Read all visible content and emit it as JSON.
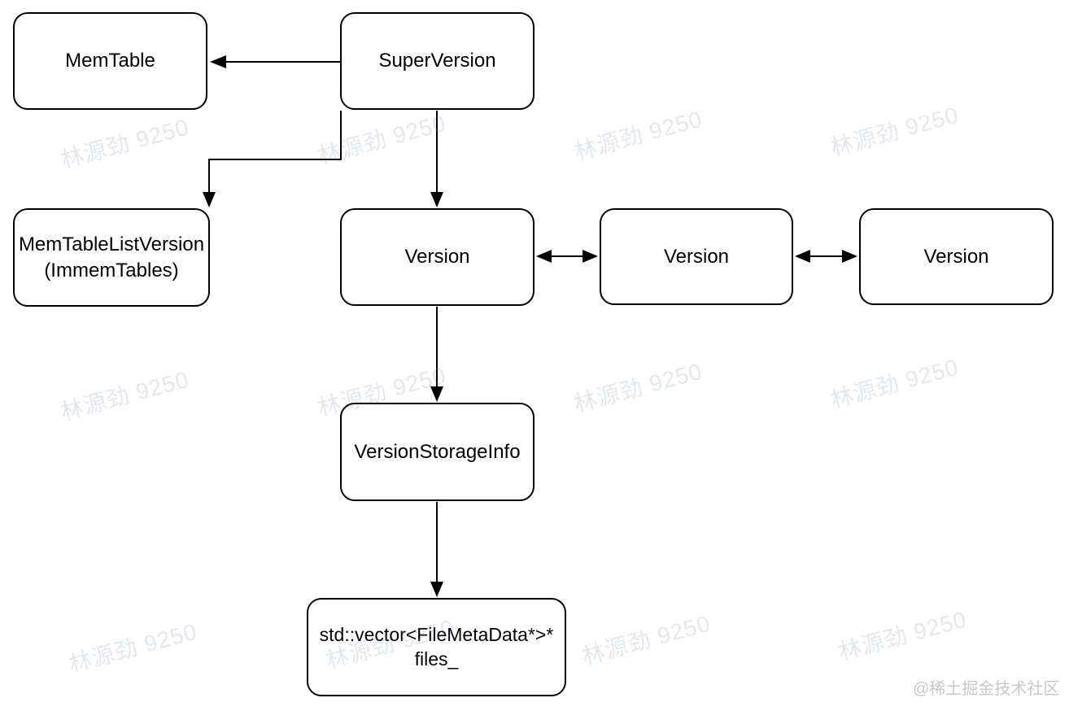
{
  "diagram": {
    "nodes": {
      "memtable": {
        "label": "MemTable"
      },
      "superversion": {
        "label": "SuperVersion"
      },
      "memtable_list_version": {
        "label": "MemTableListVersion",
        "sublabel": "(ImmemTables)"
      },
      "version_1": {
        "label": "Version"
      },
      "version_2": {
        "label": "Version"
      },
      "version_3": {
        "label": "Version"
      },
      "version_storage_info": {
        "label": "VersionStorageInfo"
      },
      "files": {
        "label": "std::vector<FileMetaData*>*",
        "sublabel": "files_"
      }
    },
    "edges": [
      {
        "from": "superversion",
        "to": "memtable",
        "style": "single-arrow",
        "direction": "left"
      },
      {
        "from": "superversion",
        "to": "memtable_list_version",
        "style": "single-arrow-elbow",
        "direction": "down"
      },
      {
        "from": "superversion",
        "to": "version_1",
        "style": "single-arrow",
        "direction": "down"
      },
      {
        "from": "version_1",
        "to": "version_2",
        "style": "double-arrow",
        "direction": "horizontal"
      },
      {
        "from": "version_2",
        "to": "version_3",
        "style": "double-arrow",
        "direction": "horizontal"
      },
      {
        "from": "version_1",
        "to": "version_storage_info",
        "style": "single-arrow",
        "direction": "down"
      },
      {
        "from": "version_storage_info",
        "to": "files",
        "style": "single-arrow",
        "direction": "down"
      }
    ],
    "colors": {
      "line": "#000000",
      "box_border": "#000000",
      "box_fill": "#ffffff",
      "background": "#ffffff"
    }
  },
  "watermark": {
    "text": "林源劲 9250",
    "color": "#6482a0",
    "opacity": 0.18
  },
  "credit": {
    "text": "@稀土掘金技术社区",
    "color": "#c5c8cc"
  }
}
